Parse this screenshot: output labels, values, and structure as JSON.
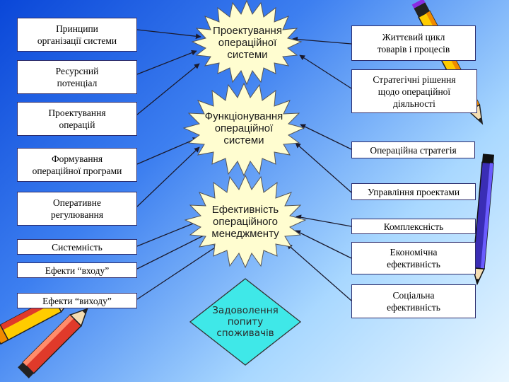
{
  "center": {
    "design": "Проектування\nопераційної\nсистеми",
    "function": "Функціонування\nопераційної\nсистеми",
    "efficiency": "Ефективність\nопераційного\nменеджменту",
    "satisfaction": "Задоволення\nпопиту\nспоживачів"
  },
  "left": [
    "Принципи\nорганізації системи",
    "Ресурсний\nпотенціал",
    "Проектування\nоперацій",
    "Формування\nопераційної програми",
    "Оперативне\nрегулювання",
    "Системність",
    "Ефекти “входу”",
    "Ефекти “виходу”"
  ],
  "right": [
    "Життєвий цикл\nтоварів і процесів",
    "Стратегічні рішення\nщодо операційної\nдіяльності",
    "Операційна стратегія",
    "Управління проектами",
    "Комплексність",
    "Економічна\nефективність",
    "Соціальна\nефективність"
  ],
  "colors": {
    "burst_fill": "#fffdd0",
    "diamond_fill": "#3fe8e8",
    "line": "#1a1a2e"
  },
  "icons": [
    "pencil-icon",
    "pencil-icon",
    "pencil-icon"
  ]
}
